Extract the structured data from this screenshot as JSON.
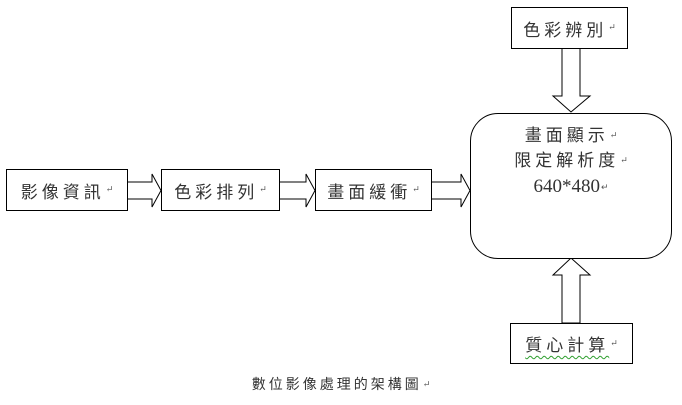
{
  "diagram": {
    "nodes": {
      "image_info": {
        "label": "影像資訊"
      },
      "color_arrange": {
        "label": "色彩排列"
      },
      "frame_buffer": {
        "label": "畫面緩衝"
      },
      "color_identify": {
        "label": "色彩辨別"
      },
      "centroid_calc": {
        "label": "質心計算"
      },
      "display": {
        "lines": [
          "畫面顯示",
          "限定解析度",
          "640*480"
        ]
      }
    },
    "edges": [
      {
        "from": "影像資訊",
        "to": "色彩排列"
      },
      {
        "from": "色彩排列",
        "to": "畫面緩衝"
      },
      {
        "from": "畫面緩衝",
        "to": "畫面顯示"
      },
      {
        "from": "色彩辨別",
        "to": "畫面顯示"
      },
      {
        "from": "質心計算",
        "to": "畫面顯示"
      }
    ],
    "paragraph_mark": "↵",
    "caption": "數位影像處理的架構圖"
  }
}
